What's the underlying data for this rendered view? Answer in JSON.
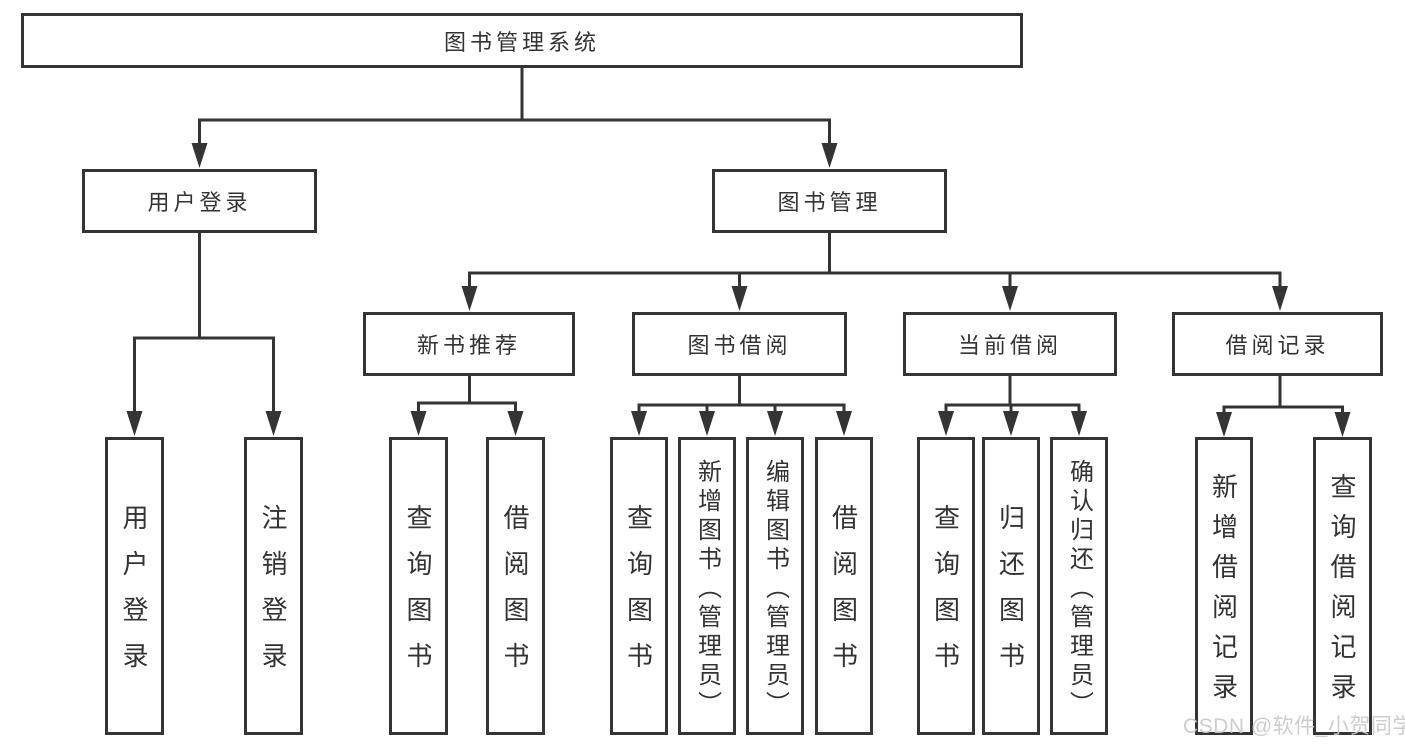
{
  "tree": {
    "label": "图书管理系统",
    "children": [
      {
        "label": "用户登录",
        "children": [
          {
            "label": "用户登录"
          },
          {
            "label": "注销登录"
          }
        ]
      },
      {
        "label": "图书管理",
        "children": [
          {
            "label": "新书推荐",
            "children": [
              {
                "label": "查询图书"
              },
              {
                "label": "借阅图书"
              }
            ]
          },
          {
            "label": "图书借阅",
            "children": [
              {
                "label": "查询图书"
              },
              {
                "label": "新增图书（管理员）"
              },
              {
                "label": "编辑图书（管理员）"
              },
              {
                "label": "借阅图书"
              }
            ]
          },
          {
            "label": "当前借阅",
            "children": [
              {
                "label": "查询图书"
              },
              {
                "label": "归还图书"
              },
              {
                "label": "确认归还（管理员）"
              }
            ]
          },
          {
            "label": "借阅记录",
            "children": [
              {
                "label": "新增借阅记录"
              },
              {
                "label": "查询借阅记录"
              }
            ]
          }
        ]
      }
    ]
  },
  "watermark": {
    "text": "CSDN @软件_小贺同学",
    "color": "#c9c9c9"
  },
  "colors": {
    "line": "#343434",
    "box_border": "#343434",
    "box_background": "#ffffff",
    "text": "#333333",
    "page_background": "#ffffff"
  }
}
